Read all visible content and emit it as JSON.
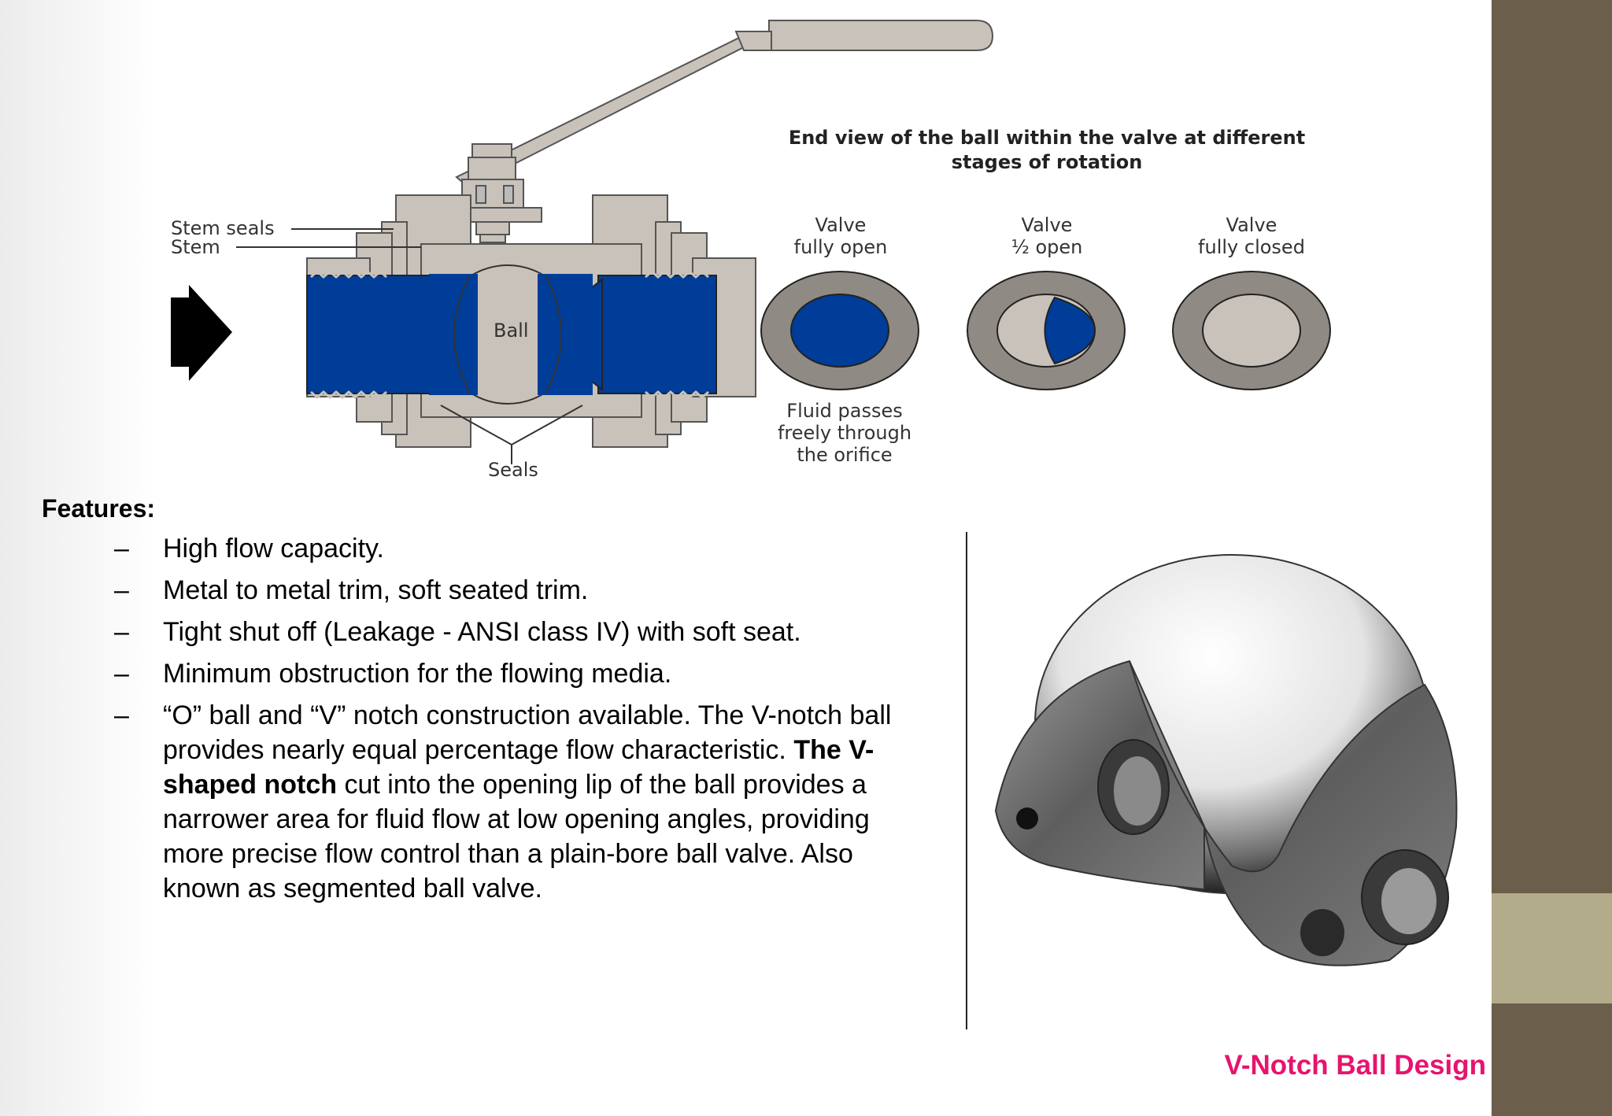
{
  "diagram": {
    "labels": {
      "stem_seals": "Stem seals",
      "stem": "Stem",
      "ball": "Ball",
      "seals": "Seals"
    },
    "end_view": {
      "title_line1": "End view of the ball within the valve at different",
      "title_line2": "stages of rotation",
      "states": [
        {
          "line1": "Valve",
          "line2": "fully open"
        },
        {
          "line1": "Valve",
          "line2": "½ open"
        },
        {
          "line1": "Valve",
          "line2": "fully closed"
        }
      ],
      "note": [
        "Fluid passes",
        "freely through",
        "the orifice"
      ]
    },
    "colors": {
      "fluid": "#003d99",
      "metal": "#c8c2ba",
      "ring": "#8f8a83"
    }
  },
  "features": {
    "heading": "Features:",
    "dash": "–",
    "items": [
      "High flow capacity.",
      "Metal to metal trim, soft seated trim.",
      "Tight shut off (Leakage - ANSI class IV) with soft seat.",
      "Minimum obstruction for the flowing media."
    ],
    "last_item": {
      "text_before": "“O” ball and “V” notch construction available. The V-notch ball provides nearly equal percentage flow characteristic. ",
      "bold": "The V-shaped notch",
      "text_after": " cut into the opening lip of the ball provides a narrower area for fluid flow at low opening angles, providing more precise flow control than a plain-bore ball valve. Also known as segmented ball valve."
    }
  },
  "photo": {
    "caption": "V-Notch Ball Design",
    "caption_color": "#e6146e"
  },
  "theme": {
    "sidebar": "#6b5f4b",
    "sidebar_accent": "#b3ac8a"
  }
}
